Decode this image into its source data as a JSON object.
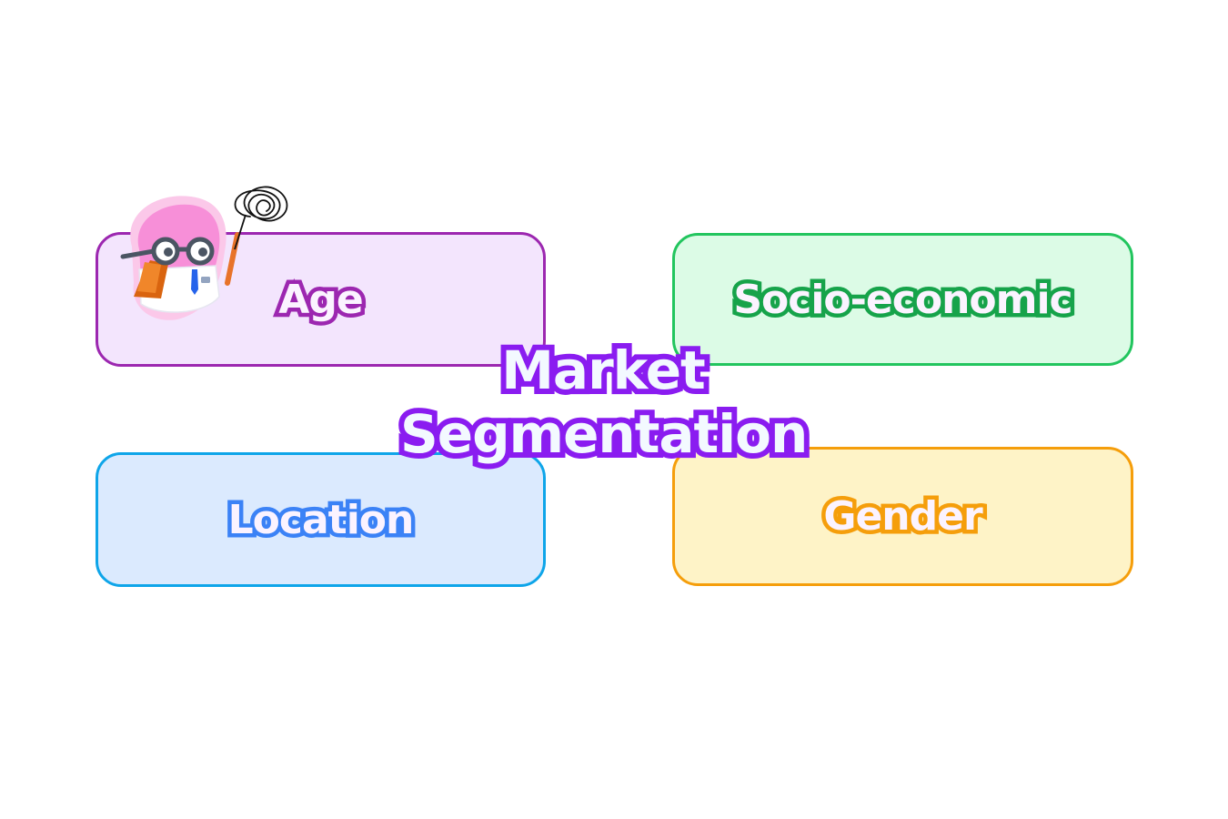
{
  "diagram": {
    "center_title_line1": "Market",
    "center_title_line2": "Segmentation",
    "center_title_color": "#8a1cf0",
    "boxes": [
      {
        "label": "Age",
        "fill": "#f3e5fd",
        "border": "#9c27b0",
        "text_outline": "#9c27b0"
      },
      {
        "label": "Socio-economic",
        "fill": "#dcfbe6",
        "border": "#22c55e",
        "text_outline": "#16a34a"
      },
      {
        "label": "Location",
        "fill": "#dbeafe",
        "border": "#0ea5e9",
        "text_outline": "#3b82f6"
      },
      {
        "label": "Gender",
        "fill": "#fef3c7",
        "border": "#f59e0b",
        "text_outline": "#f59e0b"
      }
    ],
    "mascot_icon": "scientist-mascot-icon"
  }
}
